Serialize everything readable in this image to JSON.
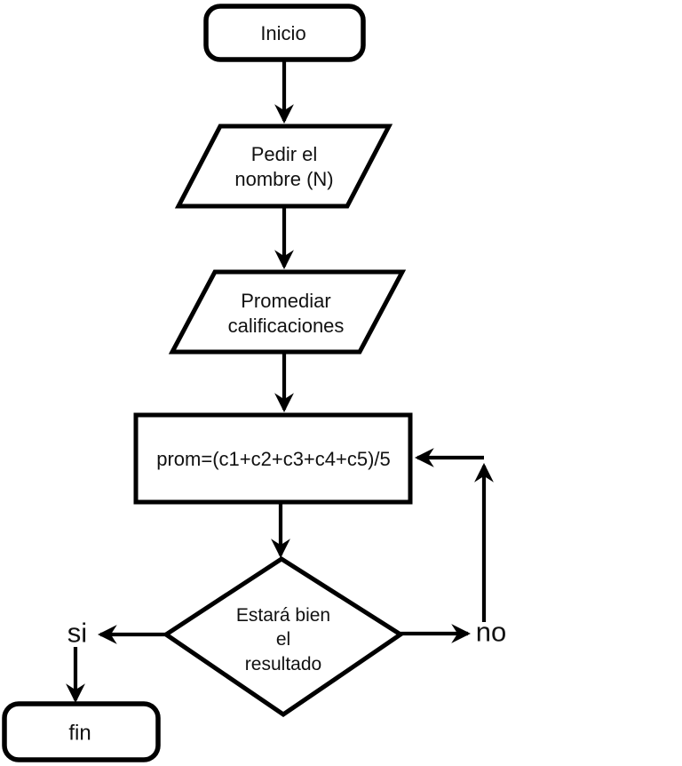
{
  "diagram": {
    "type": "flowchart",
    "background_color": "#ffffff",
    "stroke_color": "#000000",
    "text_color": "#111111",
    "nodes": [
      {
        "id": "start",
        "shape": "rounded-rectangle",
        "label": "Inicio"
      },
      {
        "id": "input",
        "shape": "parallelogram",
        "label": "Pedir el\nnombre (N)"
      },
      {
        "id": "average",
        "shape": "parallelogram",
        "label": "Promediar\ncalificaciones"
      },
      {
        "id": "formula",
        "shape": "rectangle",
        "label": "prom=(c1+c2+c3+c4+c5)/5"
      },
      {
        "id": "decision",
        "shape": "diamond",
        "label": "Estará bien\nel\nresultado"
      },
      {
        "id": "end",
        "shape": "rounded-rectangle",
        "label": "fin"
      }
    ],
    "edge_labels": {
      "yes": "si",
      "no": "no"
    }
  }
}
